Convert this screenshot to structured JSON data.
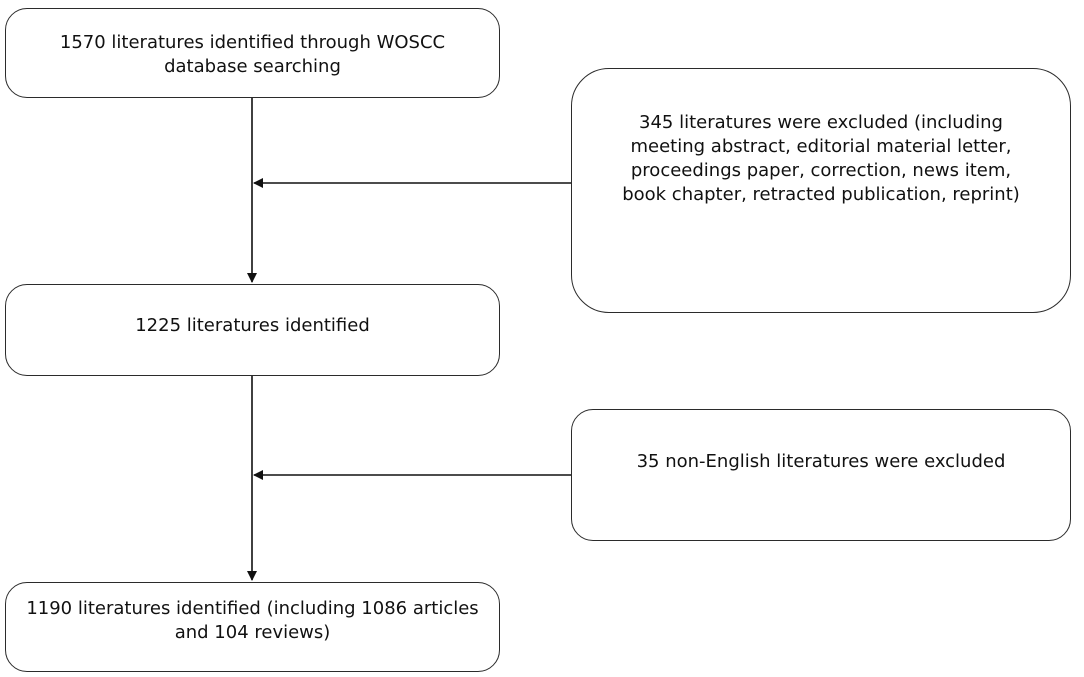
{
  "flowchart": {
    "identified_wos": "1570 literatures identified through WOSCC database searching",
    "excluded_types": "345 literatures were excluded (including meeting abstract, editorial material letter, proceedings paper, correction, news item, book chapter, retracted publication, reprint)",
    "identified_after_type": "1225 literatures identified",
    "excluded_language": "35 non-English literatures were excluded",
    "final_identified": "1190 literatures identified (including 1086 articles and 104 reviews)"
  },
  "colors": {
    "stroke": "#2b2b2b",
    "background": "#ffffff",
    "text": "#111111"
  }
}
